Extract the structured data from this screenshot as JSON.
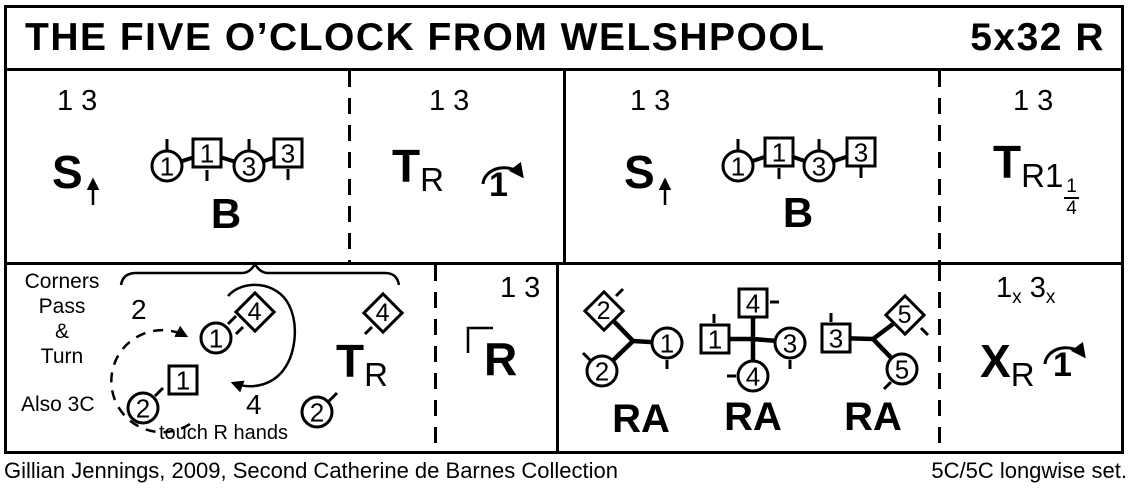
{
  "colors": {
    "ink": "#000000",
    "paper": "#ffffff"
  },
  "title": {
    "name": "THE FIVE O’CLOCK FROM WELSHPOOL",
    "repeat": "5x32 R"
  },
  "cells": {
    "set1": {
      "couples": "1 3",
      "cast": "S",
      "figure": "B",
      "dancers": [
        "1",
        "1",
        "3",
        "3"
      ]
    },
    "turn1": {
      "couples": "1 3",
      "symbol": "T",
      "hand": "R",
      "amount": "1"
    },
    "set2": {
      "couples": "1 3",
      "cast": "S",
      "figure": "B",
      "dancers": [
        "1",
        "1",
        "3",
        "3"
      ]
    },
    "turn2": {
      "couples": "1 3",
      "symbol": "T",
      "hand": "R1",
      "frac_num": "1",
      "frac_den": "4"
    },
    "corners": {
      "caption": [
        "Corners",
        "Pass",
        "&",
        "Turn"
      ],
      "also": "Also 3C",
      "bars_first": "2",
      "bars_second": "4",
      "note": "touch R hands",
      "symbol": "T",
      "hand": "R",
      "dancers": {
        "circle1": "1",
        "diamond4a": "4",
        "diamond4b": "4",
        "square1": "1",
        "circle2a": "2",
        "circle2b": "2"
      }
    },
    "reel": {
      "couples": "1 3",
      "symbol": "R"
    },
    "wheels": {
      "labels": [
        "RA",
        "RA",
        "RA"
      ],
      "star1": {
        "diamond2": "2",
        "circle2": "2",
        "circle1": "1"
      },
      "star2": {
        "square4": "4",
        "square1": "1",
        "circle3": "3",
        "circle4": "4"
      },
      "star3": {
        "square3": "3",
        "diamond5": "5",
        "circle5": "5"
      }
    },
    "cross": {
      "couples": [
        "1",
        "x",
        "3",
        "x"
      ],
      "symbol": "X",
      "hand": "R",
      "amount": "1"
    }
  },
  "footer": {
    "credit": "Gillian Jennings, 2009, Second Catherine de Barnes Collection",
    "set": "5C/5C longwise set."
  }
}
